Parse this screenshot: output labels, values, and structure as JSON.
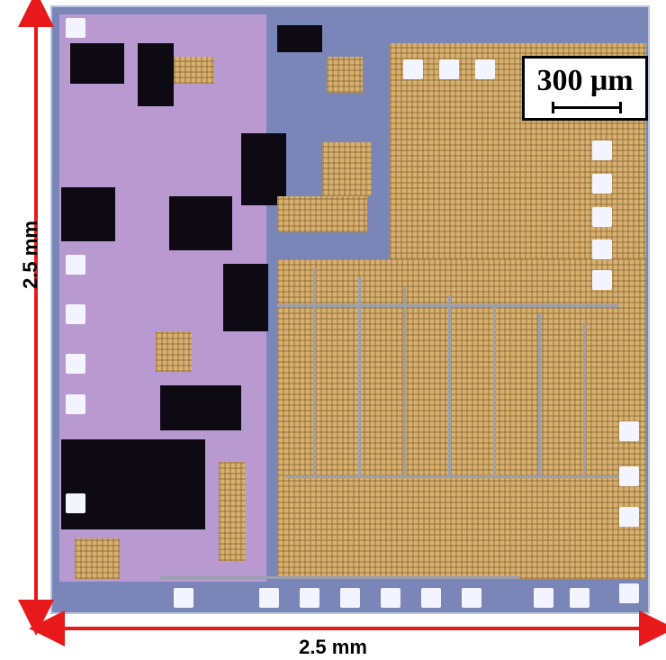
{
  "image": {
    "scale_bar_label": "300 μm",
    "width_label": "2.5 mm",
    "height_label": "2.5 mm",
    "colors": {
      "arrow": "#e8191a",
      "scale_bar_border": "#000000",
      "gold_metal": "#d8b070",
      "logic_region": "#b89ad0"
    }
  }
}
